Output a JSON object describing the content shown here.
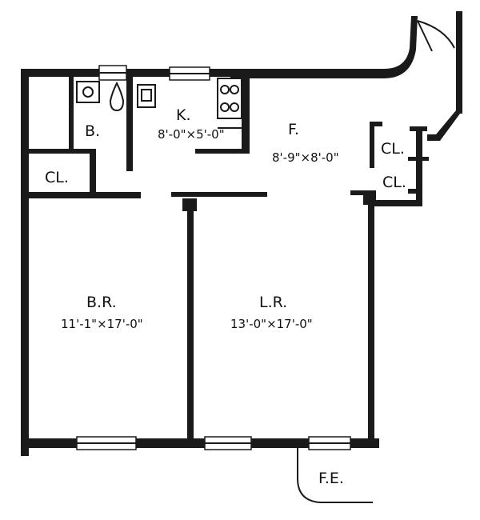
{
  "rooms": {
    "bathroom": {
      "name": "B."
    },
    "kitchen": {
      "name": "K.",
      "size": "8'-0\"×5'-0\""
    },
    "foyer": {
      "name": "F.",
      "size": "8'-9\"×8'-0\""
    },
    "closet_left": {
      "name": "CL."
    },
    "closet_right_upper": {
      "name": "CL."
    },
    "closet_right_lower": {
      "name": "CL."
    },
    "bedroom": {
      "name": "B.R.",
      "size": "11'-1\"×17'-0\""
    },
    "living_room": {
      "name": "L.R.",
      "size": "13'-0\"×17'-0\""
    }
  },
  "exterior": {
    "fire_escape": "F.E."
  },
  "colors": {
    "ink": "#1a1a1a",
    "paper": "#ffffff"
  }
}
